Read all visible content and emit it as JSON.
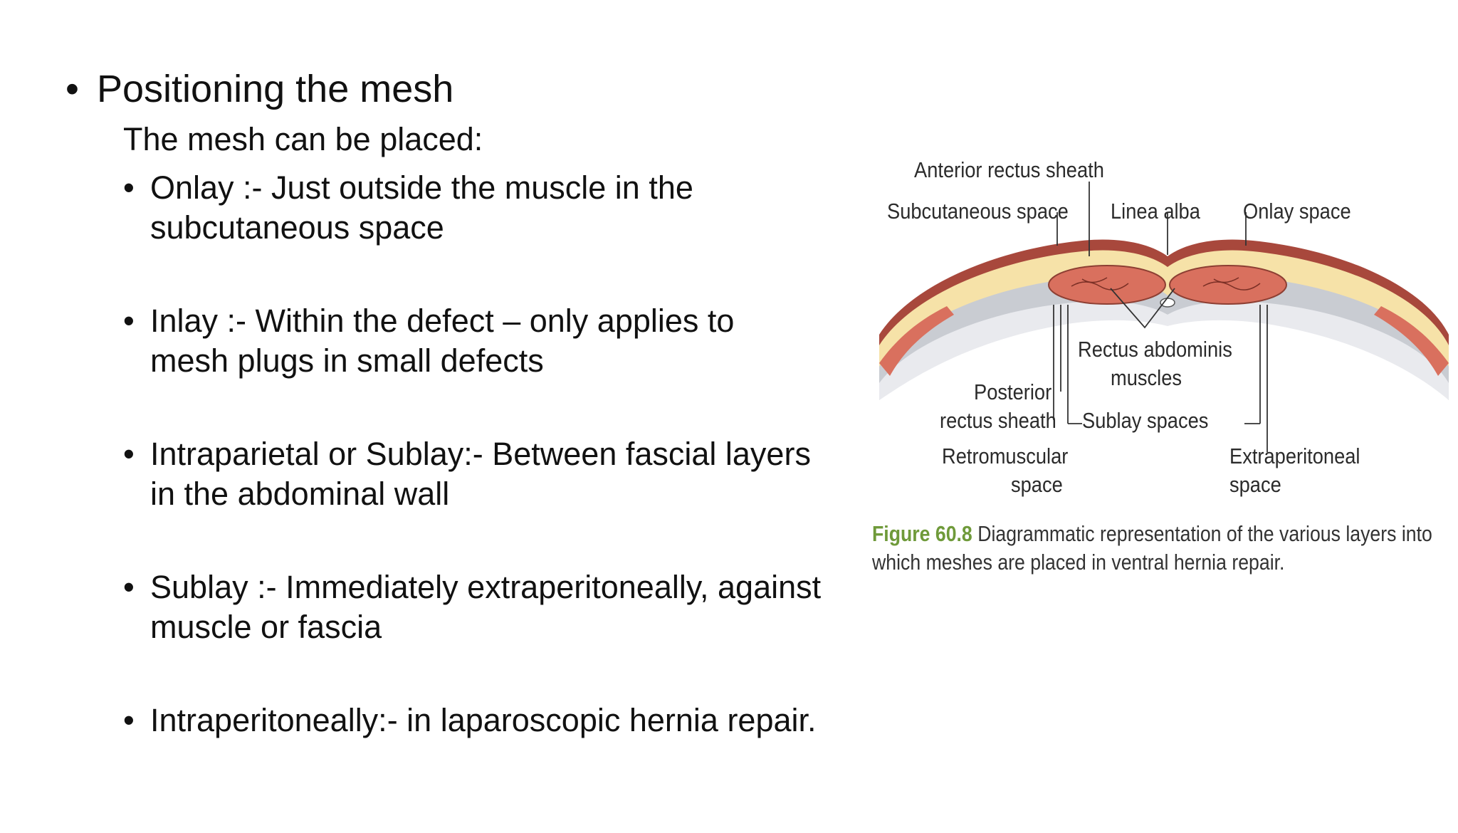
{
  "slide": {
    "heading": "Positioning the mesh",
    "subheading": "The mesh can be placed:",
    "bullets": [
      {
        "lines": [
          "Onlay :-  Just outside the muscle in the",
          "subcutaneous space"
        ]
      },
      {
        "lines": [
          "Inlay :-  Within the defect – only applies to",
          "mesh plugs in small defects"
        ]
      },
      {
        "lines": [
          "Intraparietal or Sublay:- Between fascial layers",
          "in the abdominal wall"
        ]
      },
      {
        "lines": [
          "Sublay :-  Immediately extraperitoneally, against",
          "muscle or fascia"
        ]
      },
      {
        "lines": [
          "Intraperitoneally:- in laparoscopic hernia repair."
        ]
      }
    ],
    "bullet_glyph": "•"
  },
  "figure": {
    "labels": {
      "anterior_rectus_sheath": "Anterior rectus sheath",
      "subcutaneous_space": "Subcutaneous space",
      "linea_alba": "Linea alba",
      "onlay_space": "Onlay space",
      "rectus_abdominis_line1": "Rectus abdominis",
      "rectus_abdominis_line2": "muscles",
      "posterior_line1": "Posterior",
      "posterior_line2": "rectus sheath",
      "sublay_spaces": "Sublay spaces",
      "retromuscular_line1": "Retromuscular",
      "retromuscular_line2": "space",
      "extraperitoneal_line1": "Extraperitoneal",
      "extraperitoneal_line2": "space"
    },
    "caption": {
      "number": "Figure 60.8",
      "line1": "Diagrammatic representation of the various layers into",
      "line2": "which meshes are placed in ventral hernia repair."
    },
    "colors": {
      "skin": "#a8483c",
      "fat": "#f6e2a8",
      "muscle": "#d9705e",
      "fascia": "#c9ccd2",
      "caption_accent": "#6f9a3a"
    }
  }
}
